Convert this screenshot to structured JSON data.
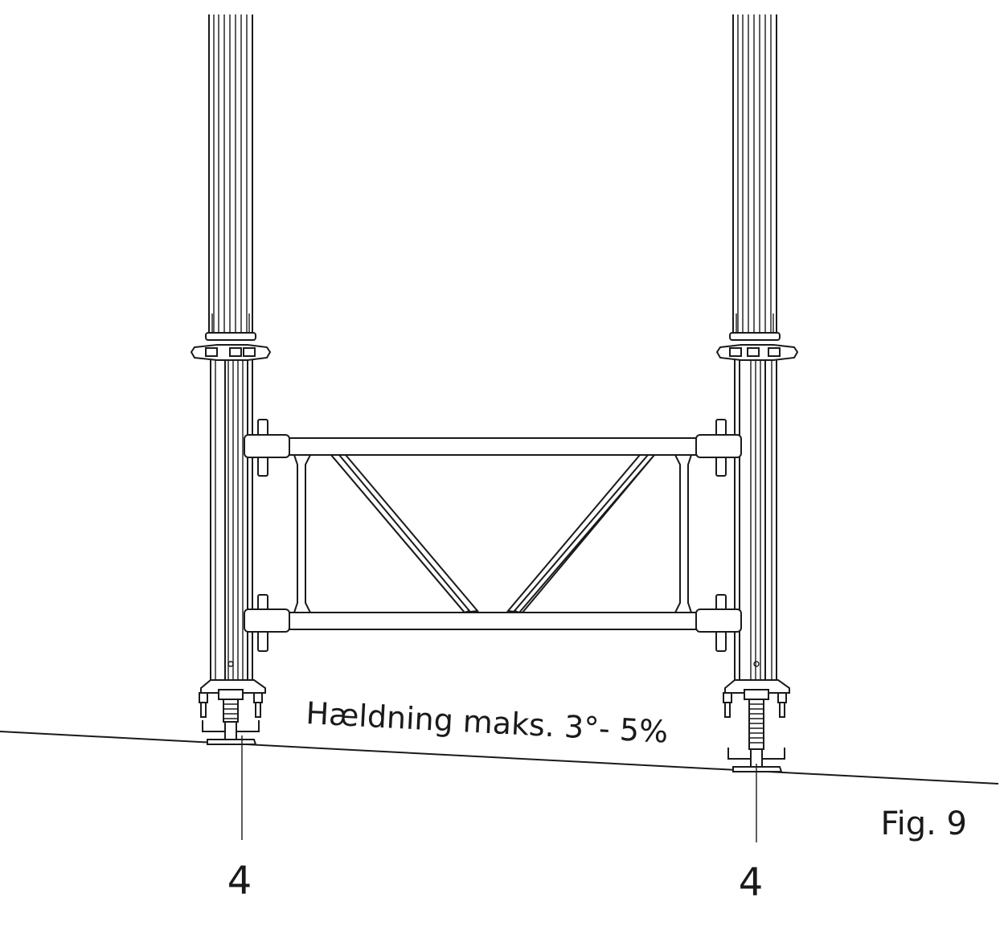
{
  "figure": {
    "slope_annotation": "Hældning maks. 3°- 5%",
    "callout_left": "4",
    "callout_right": "4",
    "figure_label": "Fig. 9"
  }
}
